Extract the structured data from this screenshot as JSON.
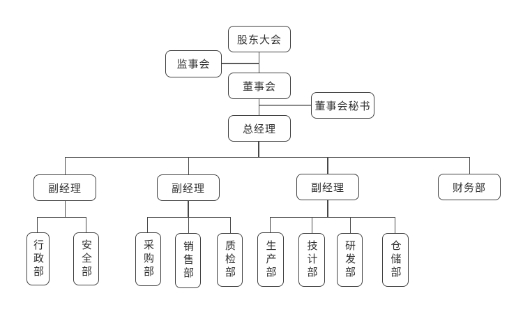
{
  "diagram": {
    "type": "org-chart",
    "background_color": "#ffffff",
    "box_border_color": "#3e3e3e",
    "connector_color": "#474747",
    "text_color": "#2d2d2d",
    "nodes": {
      "shareholders": "股东大会",
      "supervisory": "监事会",
      "board": "董事会",
      "board_secretary": "董事会秘书",
      "general_manager": "总经理",
      "deputy1": "副经理",
      "deputy2": "副经理",
      "deputy3": "副经理",
      "finance": "财务部",
      "admin": "行政部",
      "security": "安全部",
      "purchasing": "采购部",
      "sales": "销售部",
      "quality": "质检部",
      "production": "生产部",
      "technology": "技计部",
      "rnd": "研发部",
      "warehouse": "仓储部"
    },
    "edges": [
      {
        "from": "shareholders",
        "to": "board"
      },
      {
        "from": "supervisory",
        "to": "shareholders-board-link"
      },
      {
        "from": "board",
        "to": "general_manager"
      },
      {
        "from": "board_secretary",
        "to": "board-general_manager-link"
      },
      {
        "from": "general_manager",
        "to": "deputy1"
      },
      {
        "from": "general_manager",
        "to": "deputy2"
      },
      {
        "from": "general_manager",
        "to": "deputy3"
      },
      {
        "from": "general_manager",
        "to": "finance"
      },
      {
        "from": "deputy1",
        "to": "admin"
      },
      {
        "from": "deputy1",
        "to": "security"
      },
      {
        "from": "deputy2",
        "to": "purchasing"
      },
      {
        "from": "deputy2",
        "to": "sales"
      },
      {
        "from": "deputy2",
        "to": "quality"
      },
      {
        "from": "deputy3",
        "to": "production"
      },
      {
        "from": "deputy3",
        "to": "technology"
      },
      {
        "from": "deputy3",
        "to": "rnd"
      },
      {
        "from": "deputy3",
        "to": "warehouse"
      }
    ]
  }
}
